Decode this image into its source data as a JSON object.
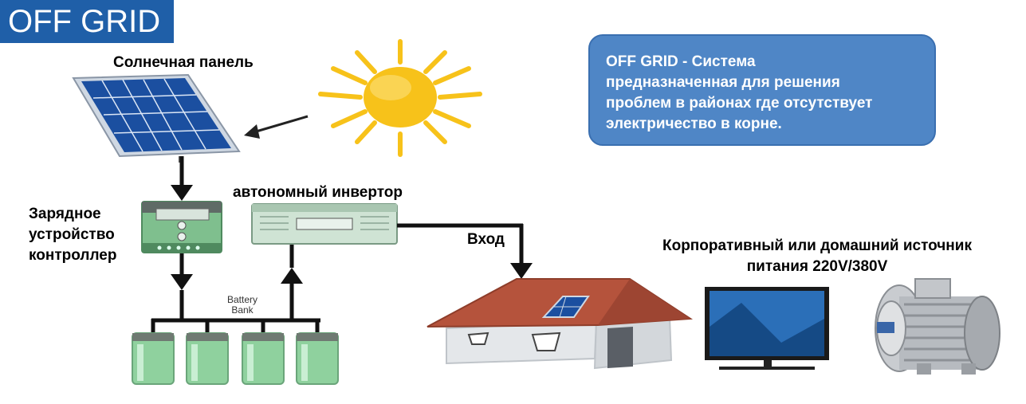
{
  "badge": "OFF GRID",
  "labels": {
    "solar_panel": "Солнечная панель",
    "controller": [
      "Зарядное",
      "устройство",
      "контроллер"
    ],
    "inverter": "автономный инвертор",
    "input": "Вход",
    "battery_bank": [
      "Battery",
      "Bank"
    ],
    "consumer": [
      "Корпоративный или домашний источник",
      "питания 220V/380V"
    ]
  },
  "info": [
    "OFF GRID - Система",
    "предназначенная для решения",
    "проблем в районах где отсутствует",
    "электричество в корне."
  ],
  "colors": {
    "badge": "#1f5fa8",
    "info_box": "#4f86c6",
    "sun": "#f7c21a",
    "panel": "#1b4fa0",
    "roof": "#b5533c",
    "battery": "#8fd19e",
    "device": "#7fbf8e"
  }
}
